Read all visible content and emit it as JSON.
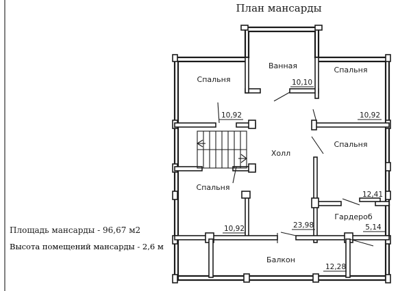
{
  "title": "План мансарды",
  "rooms": {
    "bath": {
      "name": "Ванная",
      "area": "10,10"
    },
    "bedroom_top_left": {
      "name": "Спальня",
      "area": "10,92"
    },
    "bedroom_top_right": {
      "name": "Спальня",
      "area": "10,92"
    },
    "bedroom_mid_right": {
      "name": "Спальня",
      "area": "12,41"
    },
    "hall": {
      "name": "Холл",
      "area": "23,98"
    },
    "bedroom_bottom_left": {
      "name": "Спальня",
      "area": "10,92"
    },
    "wardrobe": {
      "name": "Гардероб",
      "area": "5,14"
    },
    "balcony": {
      "name": "Балкон",
      "area": "12,28"
    }
  },
  "notes": {
    "area_total": "Площадь мансарды - 96,67 м2",
    "height": "Высота помещений мансарды - 2,6 м"
  }
}
